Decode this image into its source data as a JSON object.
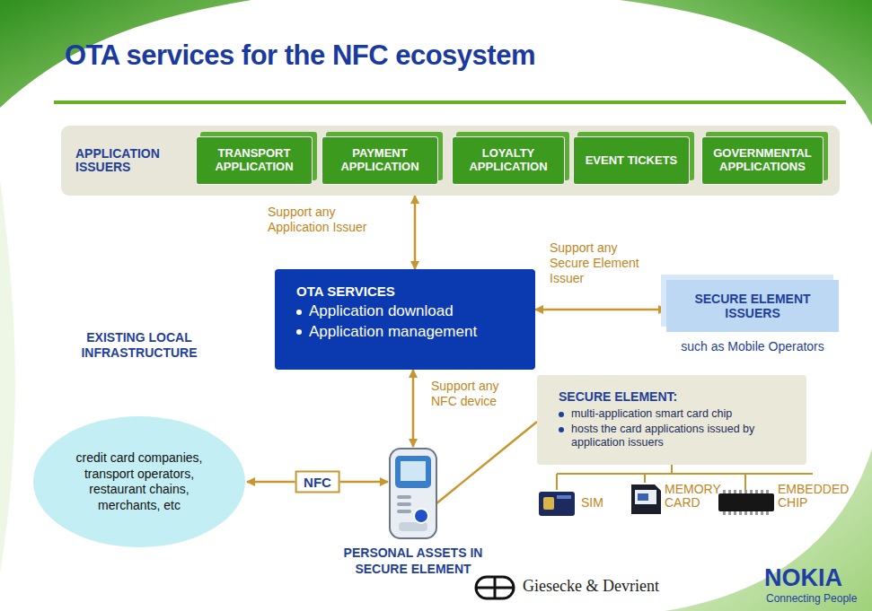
{
  "diagram": {
    "title": "OTA services for the NFC ecosystem",
    "nodes": [
      {
        "text": [
          "APPLICATION ISSUERS"
        ]
      },
      {
        "text": [
          "TRANSPORT APPLICATION"
        ],
        "in": 0
      },
      {
        "text": [
          "PAYMENT APPLICATION"
        ],
        "in": 0
      },
      {
        "text": [
          "LOYALTY APPLICATION"
        ],
        "in": 0
      },
      {
        "text": [
          "EVENT TICKETS"
        ],
        "in": 0
      },
      {
        "text": [
          "GOVERNMENTAL APPLICATIONS"
        ],
        "in": 0
      },
      {
        "text": [
          "OTA SERVICES",
          "Application download",
          "Application management"
        ]
      },
      {
        "text": [
          "SECURE ELEMENT ISSUERS",
          "such as Mobile Operators"
        ]
      },
      {
        "text": [
          "EXISTING LOCAL INFRASTRUCTURE",
          "credit card companies, transport operators, restaurant chains, merchants, etc"
        ]
      },
      {
        "text": [
          "PERSONAL ASSETS IN SECURE ELEMENT"
        ]
      },
      {
        "text": [
          "SECURE ELEMENT:",
          "multi-application smart card chip",
          "hosts the card applications issued by application issuers"
        ]
      }
    ],
    "edges": [
      {
        "from": 0,
        "to": 6,
        "arrow": "both",
        "label": "Support any Application Issuer"
      },
      {
        "from": 6,
        "to": 7,
        "arrow": "both",
        "label": "Support any Secure Element Issuer"
      },
      {
        "from": 6,
        "to": 9,
        "arrow": "both",
        "label": "Support any NFC device"
      },
      {
        "from": 9,
        "to": 8,
        "arrow": "both",
        "label": "NFC"
      },
      {
        "from": 9,
        "to": 10,
        "arrow": "none"
      }
    ],
    "labels": [
      "SIM",
      "MEMORY CARD",
      "EMBEDDED CHIP",
      "Giesecke & Devrient",
      "NOKIA",
      "Connecting People"
    ]
  }
}
